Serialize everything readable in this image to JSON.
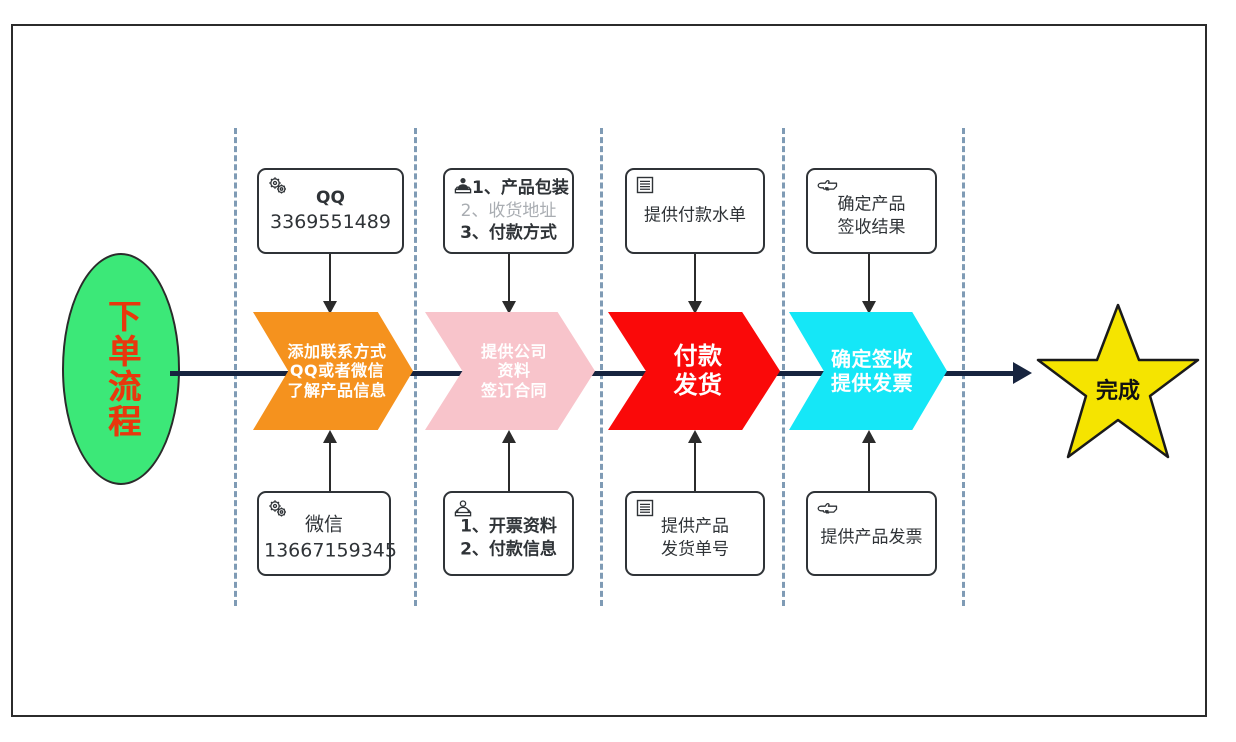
{
  "diagram": {
    "title": "下单流程",
    "frame_color": "#2b2b2b",
    "divider_color": "#7f9bb5",
    "connector_color": "#17243f"
  },
  "start_node": {
    "label": "下单流程",
    "shape": "ellipse",
    "fill": "#3ce878",
    "text_color": "#e8380d"
  },
  "end_node": {
    "label": "完成",
    "shape": "star",
    "fill": "#f5e400",
    "stroke": "#1a1a1a",
    "text_color": "#111111"
  },
  "stages": [
    {
      "id": "stage-1",
      "fill": "#f5921e",
      "lines": [
        "添加联系方式",
        "QQ或者微信",
        "了解产品信息"
      ],
      "font_size": 16,
      "top_box": {
        "icon": "gears-icon",
        "lines": [
          {
            "text": "QQ",
            "style": "lbl"
          },
          {
            "text": "3369551489",
            "style": "big"
          }
        ]
      },
      "bottom_box": {
        "icon": "gears-icon",
        "lines": [
          {
            "text": "微信",
            "style": "big"
          },
          {
            "text": "13667159345",
            "style": "big"
          }
        ]
      }
    },
    {
      "id": "stage-2",
      "fill": "#f8c4cb",
      "lines": [
        "提供公司",
        "资料",
        "签订合同"
      ],
      "font_size": 16,
      "top_box": {
        "icon": "person-box-icon",
        "lines": [
          {
            "text": "1、产品包装",
            "style": "lbl left"
          },
          {
            "text": "2、收货地址",
            "style": "muted"
          },
          {
            "text": "3、付款方式",
            "style": "lbl"
          }
        ]
      },
      "bottom_box": {
        "icon": "person-box-icon",
        "lines": [
          {
            "text": "1、开票资料",
            "style": "lbl"
          },
          {
            "text": "2、付款信息",
            "style": "lbl"
          }
        ]
      }
    },
    {
      "id": "stage-3",
      "fill": "#fa0909",
      "lines": [
        "付款",
        "发货"
      ],
      "font_size": 24,
      "top_box": {
        "icon": "document-list-icon",
        "lines": [
          {
            "text": "提供付款水单",
            "style": "thin"
          }
        ]
      },
      "bottom_box": {
        "icon": "document-list-icon",
        "lines": [
          {
            "text": "提供产品",
            "style": "thin"
          },
          {
            "text": "发货单号",
            "style": "thin"
          }
        ]
      }
    },
    {
      "id": "stage-4",
      "fill": "#15e7f7",
      "lines": [
        "确定签收",
        "提供发票"
      ],
      "font_size": 20,
      "top_box": {
        "icon": "pointing-hand-icon",
        "lines": [
          {
            "text": "确定产品",
            "style": "thin"
          },
          {
            "text": "签收结果",
            "style": "thin"
          }
        ]
      },
      "bottom_box": {
        "icon": "pointing-hand-icon",
        "lines": [
          {
            "text": "提供产品发票",
            "style": "thin"
          }
        ]
      }
    }
  ]
}
